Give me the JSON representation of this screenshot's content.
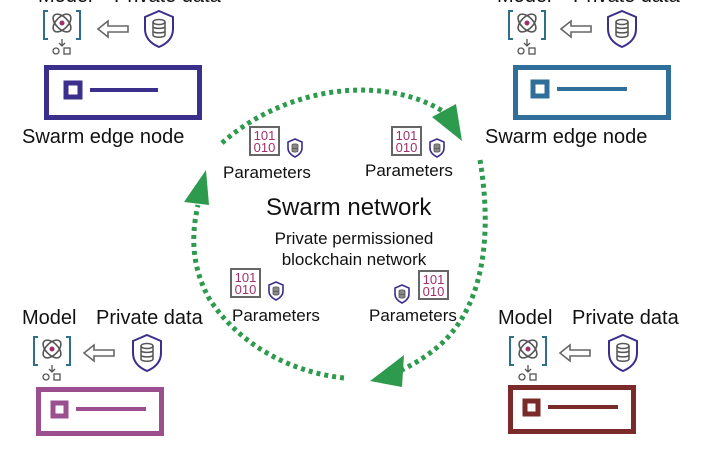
{
  "diagram": {
    "title": "Swarm network",
    "subtitle_line1": "Private permissioned",
    "subtitle_line2": "blockchain network",
    "flow_color": "#2e9a4e",
    "nodes": [
      {
        "id": "top-left",
        "model_label": "Model",
        "data_label": "Private data",
        "caption": "Swarm edge node",
        "color": "#3b2f8c"
      },
      {
        "id": "top-right",
        "model_label": "Model",
        "data_label": "Private data",
        "caption": "Swarm edge node",
        "color": "#2f6f9a"
      },
      {
        "id": "bottom-left",
        "model_label": "Model",
        "data_label": "Private data",
        "caption": "",
        "color": "#9b4f8f"
      },
      {
        "id": "bottom-right",
        "model_label": "Model",
        "data_label": "Private data",
        "caption": "",
        "color": "#7a2a28"
      }
    ],
    "parameters": [
      {
        "binary_top": "101",
        "binary_bottom": "010",
        "label": "Parameters"
      },
      {
        "binary_top": "101",
        "binary_bottom": "010",
        "label": "Parameters"
      },
      {
        "binary_top": "101",
        "binary_bottom": "010",
        "label": "Parameters"
      },
      {
        "binary_top": "101",
        "binary_bottom": "010",
        "label": "Parameters"
      }
    ],
    "icons": {
      "model": "model-icon",
      "arrow": "arrow-left-icon",
      "data": "shield-database-icon",
      "server": "server-icon",
      "binary": "binary-parameters-icon"
    }
  }
}
